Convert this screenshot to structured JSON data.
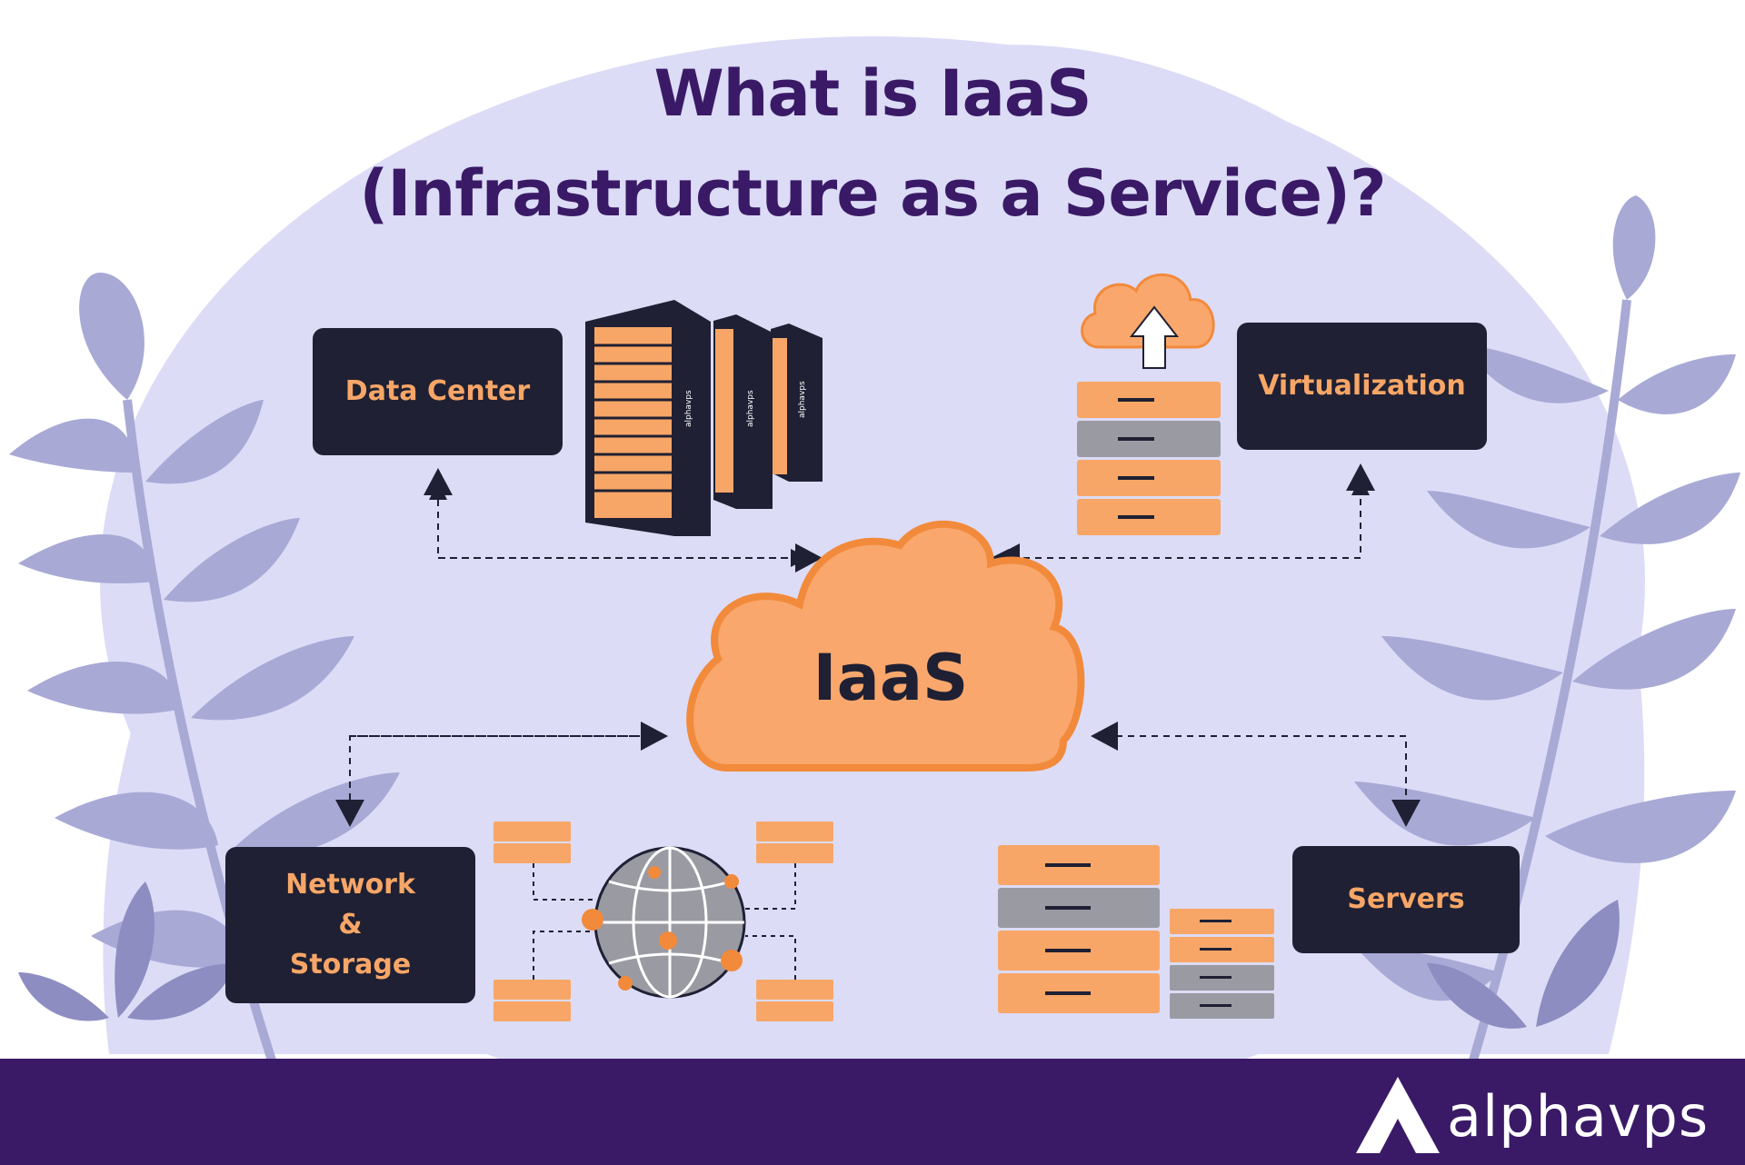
{
  "title": {
    "line1": "What is IaaS",
    "line2": "(Infrastructure as a Service)?"
  },
  "center": {
    "label": "IaaS"
  },
  "nodes": {
    "data_center": "Data Center",
    "virtualization": "Virtualization",
    "network_storage": [
      "Network",
      "&",
      "Storage"
    ],
    "servers": "Servers"
  },
  "rack_brand": "alphavps",
  "footer": {
    "brand": "alphavps"
  },
  "colors": {
    "title": "#3a1a66",
    "background_blob": "#dcdcf7",
    "leaves": "#a9a9d6",
    "box": "#1f2033",
    "box_text": "#f7a667",
    "cloud": "#f9a76c",
    "cloud_outline": "#f28a3c",
    "server_orange": "#f7a667",
    "server_gray": "#9a9aa3",
    "footer": "#3a1a66"
  },
  "icons": [
    "server-rack-icon",
    "cloud-upload-icon",
    "server-stack-icon",
    "globe-network-icon",
    "dashed-arrow-icon",
    "leaf-branch-icon",
    "alphavps-logo-icon"
  ]
}
